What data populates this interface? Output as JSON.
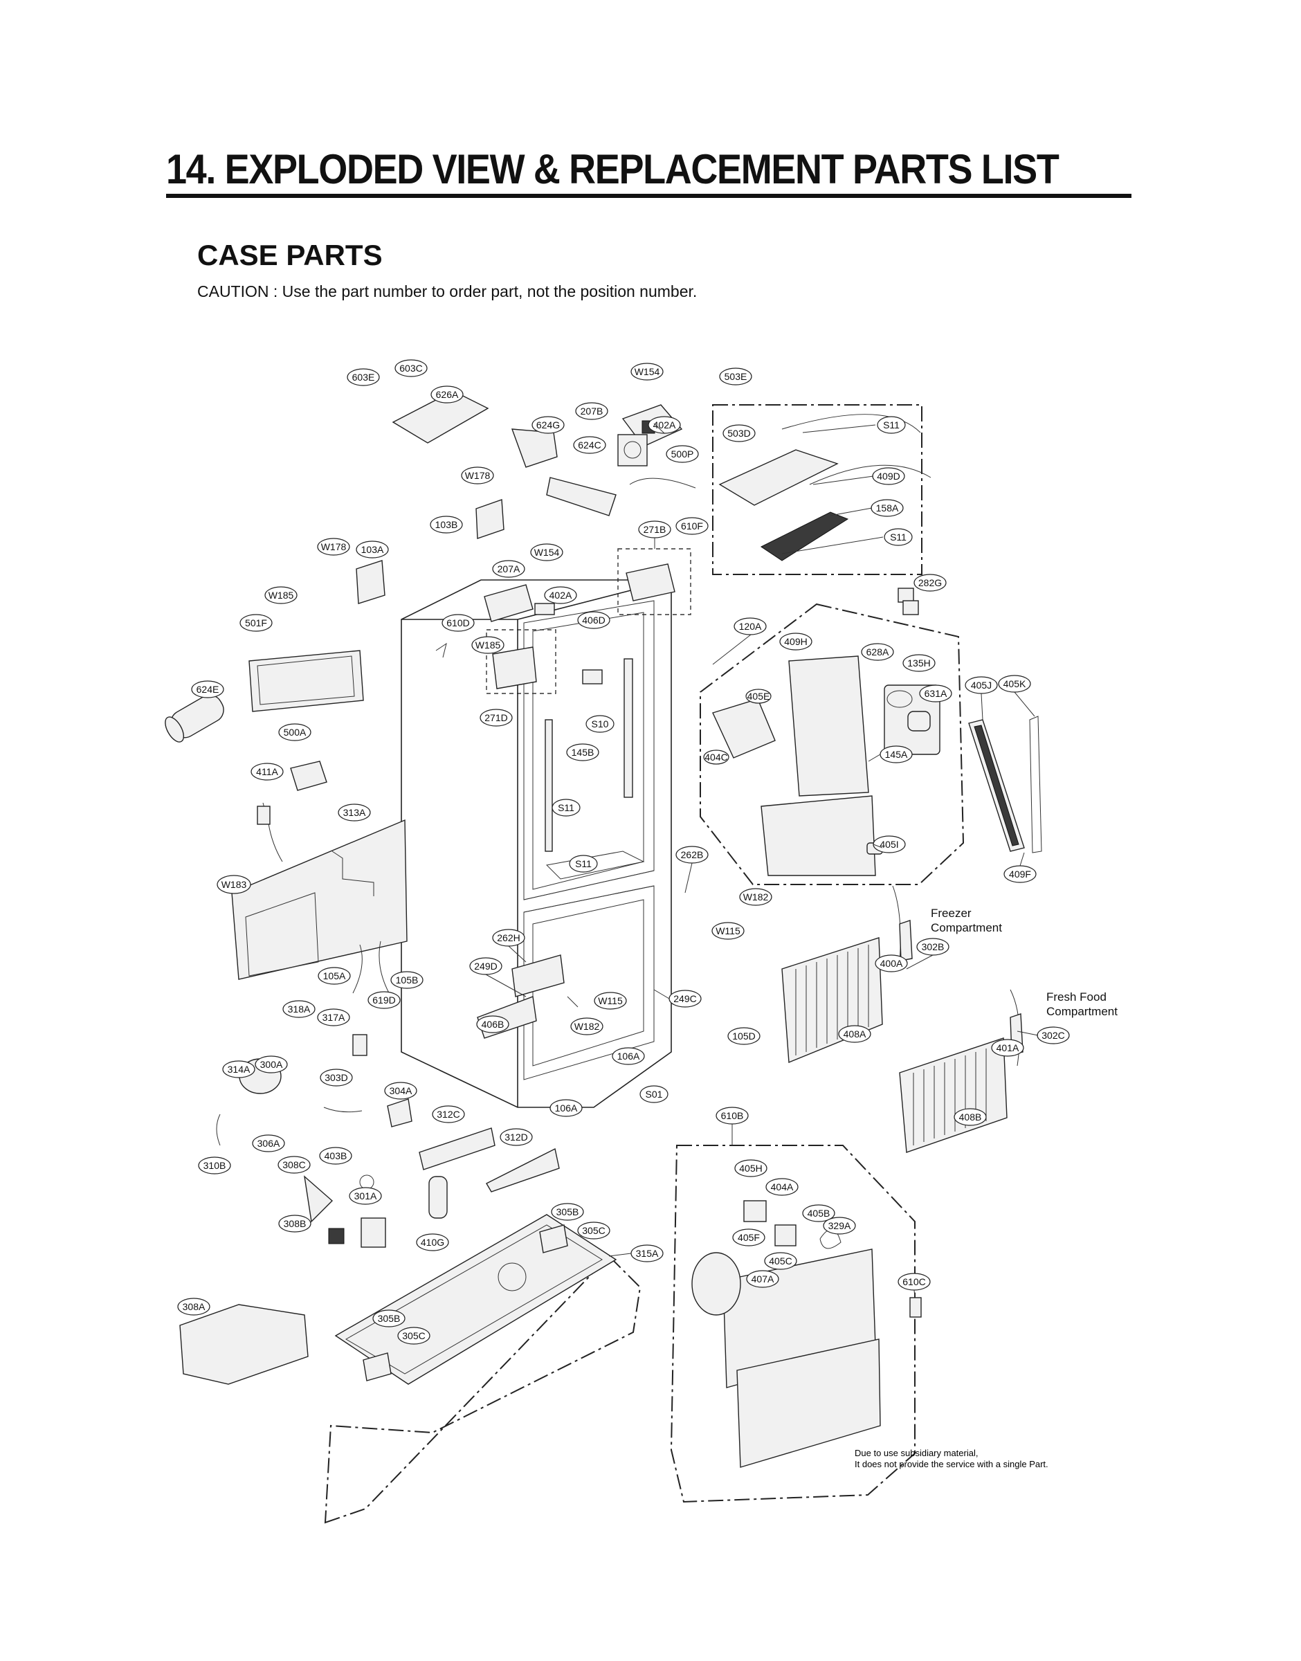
{
  "page": {
    "title": "14. EXPLODED VIEW & REPLACEMENT PARTS LIST",
    "section": "CASE PARTS",
    "caution": "CAUTION : Use the part number to order part, not the position number."
  },
  "diagram": {
    "callouts": [
      {
        "id": "freezer",
        "lines": [
          "Freezer",
          "Compartment"
        ]
      },
      {
        "id": "freshfood",
        "lines": [
          "Fresh Food",
          "Compartment"
        ]
      }
    ],
    "note": [
      "Due to use subsidiary material,",
      "It does not provide the service with a single Part."
    ],
    "labels": [
      "603E",
      "603C",
      "626A",
      "W154",
      "503E",
      "207B",
      "402A",
      "624G",
      "624C",
      "500P",
      "503D",
      "S11",
      "409D",
      "W178",
      "103B",
      "271B",
      "610F",
      "158A",
      "S11",
      "W178",
      "103A",
      "W154",
      "207A",
      "402A",
      "282G",
      "W185",
      "501F",
      "610D",
      "W185",
      "406D",
      "120A",
      "409H",
      "628A",
      "135H",
      "405J",
      "405K",
      "631A",
      "624E",
      "271D",
      "S10",
      "405E",
      "404C",
      "145B",
      "145A",
      "500A",
      "411A",
      "313A",
      "S11",
      "405I",
      "S11",
      "262B",
      "409F",
      "W183",
      "W182",
      "W115",
      "262H",
      "249D",
      "105A",
      "105B",
      "W115",
      "619D",
      "318A",
      "317A",
      "W182",
      "406B",
      "249C",
      "302B",
      "400A",
      "105D",
      "106A",
      "401A",
      "302C",
      "314A",
      "300A",
      "303D",
      "304A",
      "S01",
      "106A",
      "312C",
      "610B",
      "306A",
      "312D",
      "310B",
      "308C",
      "403B",
      "405H",
      "404A",
      "301A",
      "408A",
      "408B",
      "305B",
      "305C",
      "405B",
      "329A",
      "308B",
      "410G",
      "315A",
      "405F",
      "405C",
      "407A",
      "610C",
      "308A",
      "305B",
      "305C"
    ]
  }
}
